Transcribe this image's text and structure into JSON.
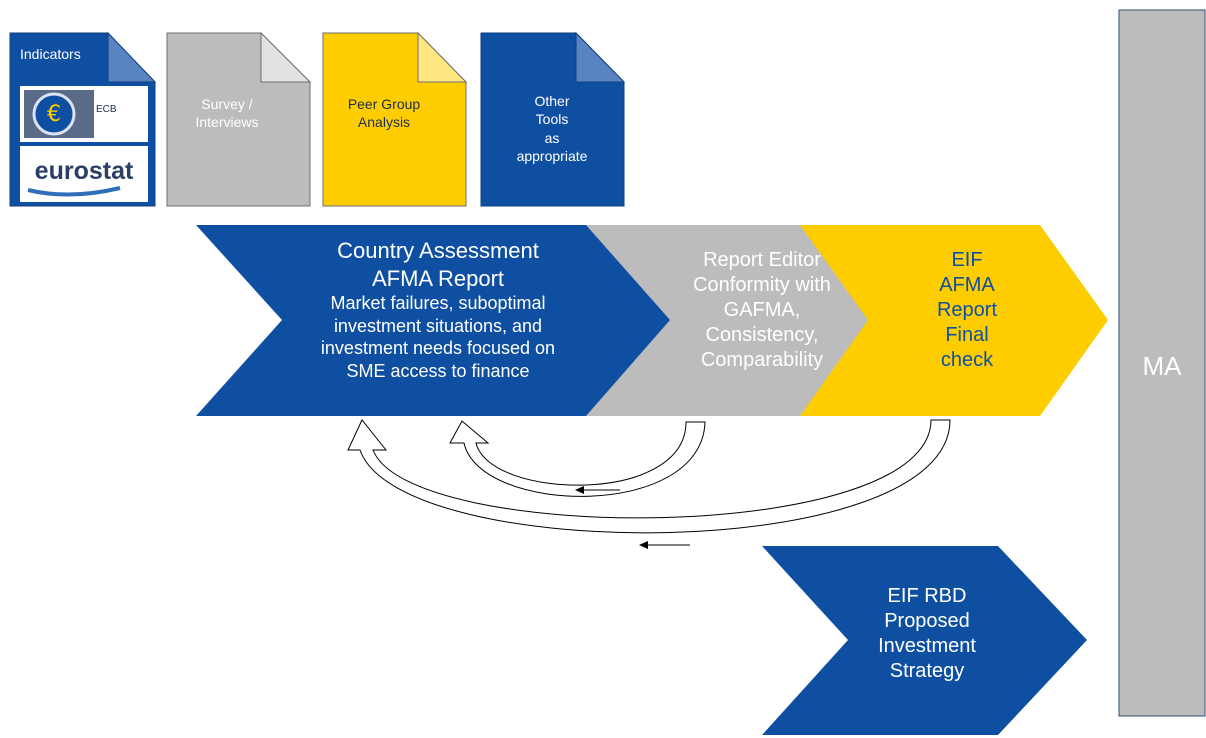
{
  "colors": {
    "blue": "#0f4fa1",
    "grey": "#bcbcbc",
    "yellow": "#fdcd00",
    "white": "#ffffff"
  },
  "documents": {
    "indicators": {
      "title": "Indicators",
      "ecb_label": "ECB",
      "eurostat_logo": "eurostat"
    },
    "survey": {
      "lines": [
        "Survey /",
        "Interviews"
      ]
    },
    "peer": {
      "lines": [
        "Peer Group",
        "Analysis"
      ]
    },
    "other": {
      "lines": [
        "Other",
        "Tools",
        "as",
        "appropriate"
      ]
    }
  },
  "process": {
    "country": {
      "lines": [
        "Country Assessment",
        "AFMA Report",
        "Market failures, suboptimal",
        "investment situations, and",
        "investment needs focused on",
        "SME access to finance"
      ]
    },
    "editor": {
      "lines": [
        "Report Editor",
        "Conformity with",
        "GAFMA,",
        "Consistency,",
        "Comparability"
      ]
    },
    "eif_check": {
      "lines": [
        "EIF",
        "AFMA",
        "Report",
        "Final",
        "check"
      ]
    },
    "rbd": {
      "lines": [
        "EIF RBD",
        "Proposed",
        "Investment",
        "Strategy"
      ]
    },
    "ma": {
      "label": "MA"
    }
  },
  "icons": [
    "euro-icon",
    "eurostat-logo-icon",
    "feedback-arrow-icon"
  ]
}
